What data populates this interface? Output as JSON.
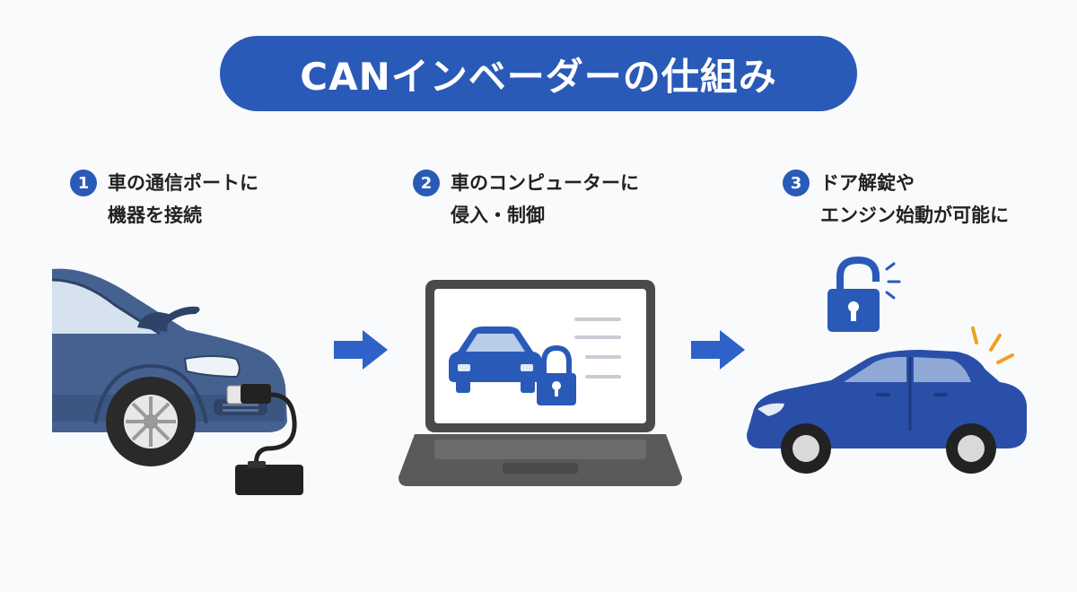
{
  "title": "CANインベーダーの仕組み",
  "steps": [
    {
      "number": "1",
      "line1": "車の通信ポートに",
      "line2": "機器を接続"
    },
    {
      "number": "2",
      "line1": "車のコンピューターに",
      "line2": "侵入・制御"
    },
    {
      "number": "3",
      "line1": "ドア解錠や",
      "line2": "エンジン始動が可能に"
    }
  ],
  "colors": {
    "primary_blue": "#2a5ab8",
    "car_body_left": "#45618f",
    "car_body_right": "#2a4fa8",
    "arrow": "#2f62c8",
    "accent_orange": "#f0a020"
  }
}
